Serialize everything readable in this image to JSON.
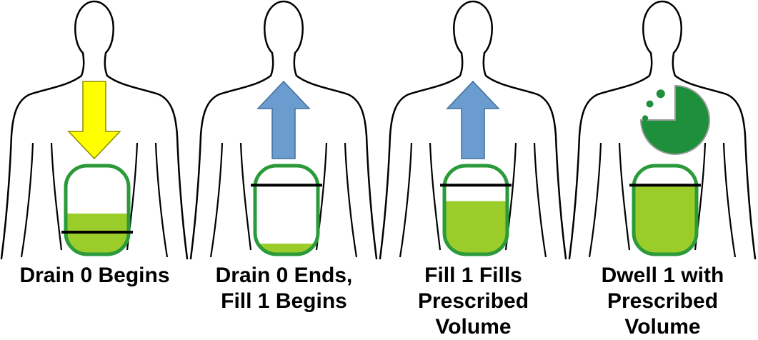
{
  "colors": {
    "outline": "#000000",
    "fluid": "#9acd2a",
    "container": "#2b9a3a",
    "drain_arrow": "#ffff00",
    "drain_arrow_stroke": "#8c8c00",
    "fill_arrow": "#6b9ccf",
    "fill_arrow_stroke": "#3f6f9a",
    "timer": "#1e8f3a"
  },
  "panels": [
    {
      "caption_lines": [
        "Drain 0 Begins"
      ],
      "arrow": "down",
      "arrow_color_key": "drain_arrow",
      "fluid_level": 0.46,
      "line_level": 0.25,
      "timer": false
    },
    {
      "caption_lines": [
        "Drain 0 Ends,",
        "Fill 1 Begins"
      ],
      "arrow": "up",
      "arrow_color_key": "fill_arrow",
      "fluid_level": 0.12,
      "line_level": 0.78,
      "timer": false
    },
    {
      "caption_lines": [
        "Fill 1 Fills",
        "Prescribed",
        "Volume"
      ],
      "arrow": "up",
      "arrow_color_key": "fill_arrow",
      "fluid_level": 0.6,
      "line_level": 0.78,
      "timer": false
    },
    {
      "caption_lines": [
        "Dwell 1 with",
        "Prescribed",
        "Volume"
      ],
      "arrow": "none",
      "arrow_color_key": "",
      "fluid_level": 0.78,
      "line_level": 0.78,
      "timer": true,
      "timer_fraction": 0.75
    }
  ]
}
